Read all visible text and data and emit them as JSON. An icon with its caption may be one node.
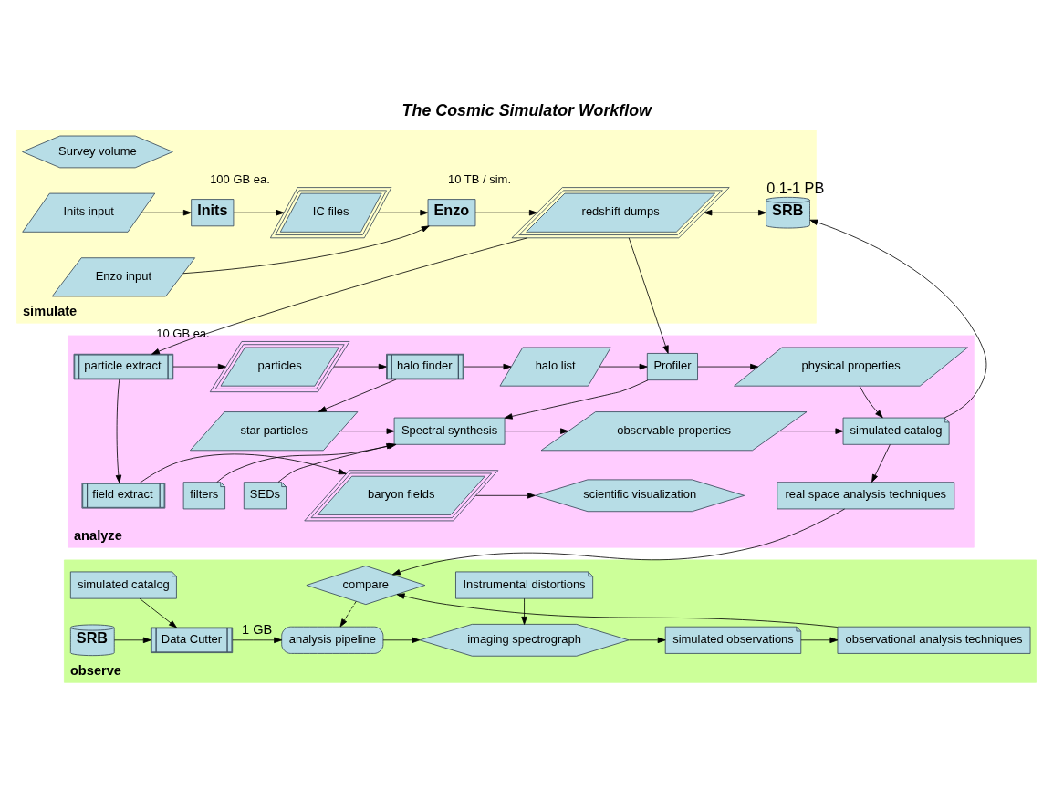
{
  "diagram": {
    "title": "The Cosmic Simulator Workflow",
    "nodes": [
      {
        "text": [
          "simulate"
        ]
      },
      {
        "text": [
          "Survey volume"
        ],
        "in": 0
      },
      {
        "text": [
          "Inits input"
        ],
        "in": 0
      },
      {
        "text": [
          "Inits"
        ],
        "in": 0
      },
      {
        "text": [
          "IC files"
        ],
        "in": 0,
        "beside": [
          "100 GB ea."
        ]
      },
      {
        "text": [
          "Enzo"
        ],
        "in": 0
      },
      {
        "text": [
          "Enzo input"
        ],
        "in": 0
      },
      {
        "text": [
          "redshift dumps"
        ],
        "in": 0,
        "beside": [
          "10 TB / sim."
        ]
      },
      {
        "text": [
          "SRB"
        ],
        "in": 0,
        "beside": [
          "0.1-1 PB"
        ]
      },
      {
        "text": [
          "analyze"
        ]
      },
      {
        "text": [
          "particle extract"
        ],
        "in": 9
      },
      {
        "text": [
          "particles"
        ],
        "in": 9,
        "beside": [
          "10 GB ea."
        ]
      },
      {
        "text": [
          "halo finder"
        ],
        "in": 9
      },
      {
        "text": [
          "halo list"
        ],
        "in": 9
      },
      {
        "text": [
          "star particles"
        ],
        "in": 9
      },
      {
        "text": [
          "Profiler"
        ],
        "in": 9
      },
      {
        "text": [
          "physical properties"
        ],
        "in": 9
      },
      {
        "text": [
          "Spectral synthesis"
        ],
        "in": 9
      },
      {
        "text": [
          "observable properties"
        ],
        "in": 9
      },
      {
        "text": [
          "simulated catalog"
        ],
        "in": 9
      },
      {
        "text": [
          "field extract"
        ],
        "in": 9
      },
      {
        "text": [
          "baryon fields"
        ],
        "in": 9
      },
      {
        "text": [
          "scientific visualization"
        ],
        "in": 9
      },
      {
        "text": [
          "filters"
        ],
        "in": 9
      },
      {
        "text": [
          "SEDs"
        ],
        "in": 9
      },
      {
        "text": [
          "real space analysis techniques"
        ],
        "in": 9
      },
      {
        "text": [
          "observe"
        ]
      },
      {
        "text": [
          "simulated catalog"
        ],
        "in": 26
      },
      {
        "text": [
          "SRB"
        ],
        "in": 26
      },
      {
        "text": [
          "Data Cutter"
        ],
        "in": 26
      },
      {
        "text": [
          "analysis pipeline"
        ],
        "in": 26
      },
      {
        "text": [
          "Instrumental distortions"
        ],
        "in": 26
      },
      {
        "text": [
          "imaging spectrograph"
        ],
        "in": 26
      },
      {
        "text": [
          "simulated observations"
        ],
        "in": 26
      },
      {
        "text": [
          "observational analysis techniques"
        ],
        "in": 26
      },
      {
        "text": [
          "compare"
        ],
        "in": 26
      }
    ],
    "edges": [
      {
        "from": 2,
        "to": 3,
        "arrow": "to"
      },
      {
        "from": 3,
        "to": 4,
        "arrow": "to"
      },
      {
        "from": 4,
        "to": 5,
        "arrow": "to"
      },
      {
        "from": 6,
        "to": 5,
        "arrow": "to"
      },
      {
        "from": 5,
        "to": 7,
        "arrow": "to"
      },
      {
        "from": 7,
        "to": 8,
        "arrow": "both"
      },
      {
        "from": 7,
        "to": 10,
        "arrow": "to"
      },
      {
        "from": 7,
        "to": 15,
        "arrow": "to"
      },
      {
        "from": 19,
        "to": 8,
        "arrow": "to"
      },
      {
        "from": 10,
        "to": 11,
        "arrow": "to"
      },
      {
        "from": 11,
        "to": 12,
        "arrow": "to"
      },
      {
        "from": 12,
        "to": 13,
        "arrow": "to"
      },
      {
        "from": 12,
        "to": 14,
        "arrow": "to"
      },
      {
        "from": 13,
        "to": 15,
        "arrow": "to"
      },
      {
        "from": 15,
        "to": 16,
        "arrow": "to"
      },
      {
        "from": 15,
        "to": 17,
        "arrow": "to"
      },
      {
        "from": 14,
        "to": 17,
        "arrow": "to"
      },
      {
        "from": 16,
        "to": 19,
        "arrow": "to"
      },
      {
        "from": 17,
        "to": 18,
        "arrow": "to"
      },
      {
        "from": 18,
        "to": 19,
        "arrow": "to"
      },
      {
        "from": 10,
        "to": 20,
        "arrow": "to"
      },
      {
        "from": 20,
        "to": 21,
        "arrow": "to"
      },
      {
        "from": 21,
        "to": 22,
        "arrow": "to"
      },
      {
        "from": 23,
        "to": 17,
        "arrow": "to"
      },
      {
        "from": 24,
        "to": 17,
        "arrow": "to"
      },
      {
        "from": 19,
        "to": 25,
        "arrow": "to"
      },
      {
        "from": 25,
        "to": 35,
        "arrow": "to"
      },
      {
        "from": 27,
        "to": 29,
        "arrow": "to"
      },
      {
        "from": 28,
        "to": 29,
        "arrow": "to"
      },
      {
        "from": 29,
        "to": 30,
        "arrow": "to",
        "label": "1 GB"
      },
      {
        "from": 30,
        "to": 32,
        "arrow": "to"
      },
      {
        "from": 31,
        "to": 32,
        "arrow": "to"
      },
      {
        "from": 32,
        "to": 33,
        "arrow": "to"
      },
      {
        "from": 33,
        "to": 34,
        "arrow": "to"
      },
      {
        "from": 34,
        "to": 35,
        "arrow": "to"
      },
      {
        "from": 35,
        "to": 30,
        "arrow": "to",
        "style": "dashed"
      }
    ]
  }
}
